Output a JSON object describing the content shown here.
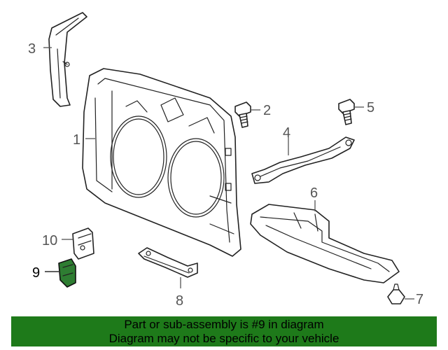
{
  "callouts": {
    "c1": "1",
    "c2": "2",
    "c3": "3",
    "c4": "4",
    "c5": "5",
    "c6": "6",
    "c7": "7",
    "c8": "8",
    "c9": "9",
    "c10": "10"
  },
  "highlighted_part": "9",
  "colors": {
    "highlight": "#2e7d32",
    "banner": "#1e7a1a",
    "line": "#222222",
    "callout_text": "#555555"
  },
  "footer": {
    "line1": "Part or sub-assembly is #9 in diagram",
    "line2": "Diagram may not be specific to your vehicle"
  }
}
